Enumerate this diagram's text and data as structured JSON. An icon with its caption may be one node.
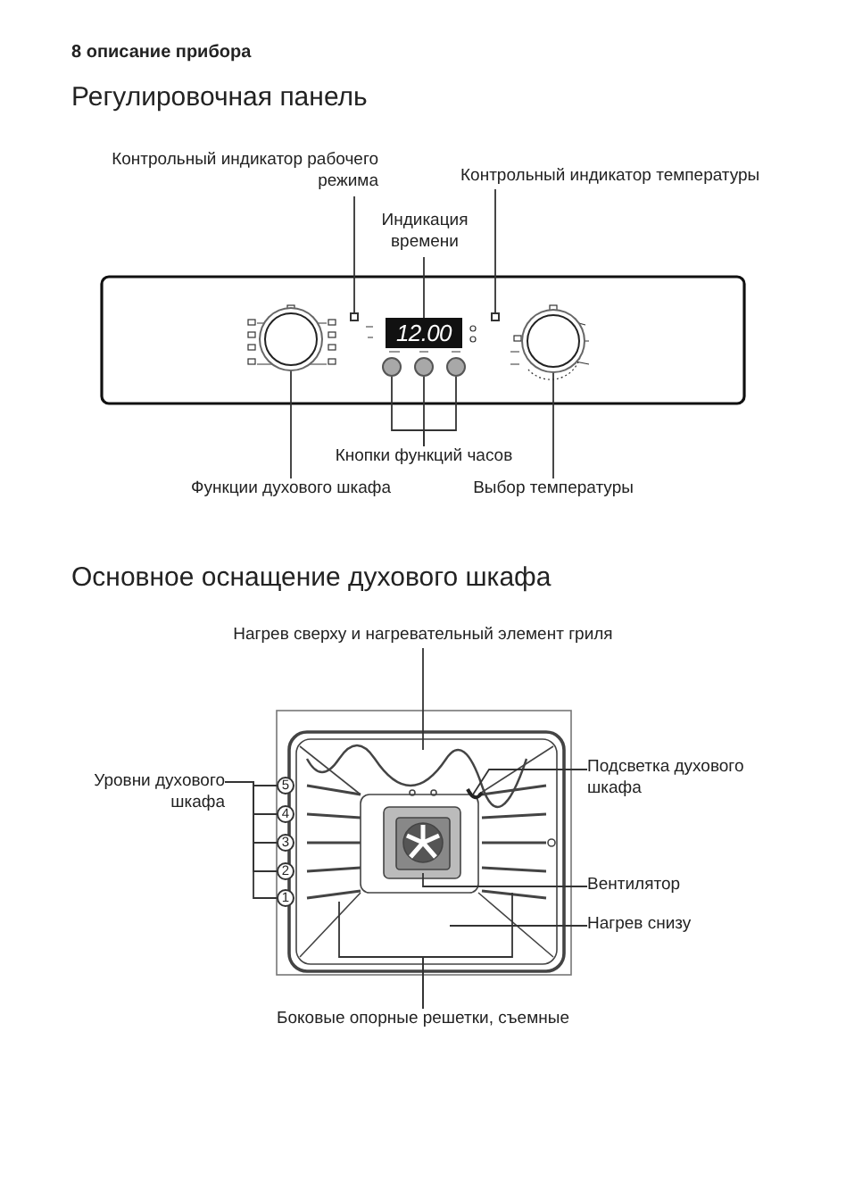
{
  "diagram": {
    "nodes": [
      {
        "text": [
          "Контрольный индикатор рабочего режима"
        ]
      },
      {
        "text": [
          "Контрольный индикатор температуры"
        ]
      },
      {
        "text": [
          "Индикация времени"
        ]
      },
      {
        "text": [],
        "shape": "box"
      },
      {
        "text": [],
        "shape": "box"
      },
      {
        "text": [
          "12.00"
        ]
      },
      {
        "text": [],
        "shape": "circle"
      },
      {
        "text": [],
        "shape": "circle"
      },
      {
        "text": [],
        "shape": "circle"
      },
      {
        "text": [
          "Кнопки функций часов"
        ]
      },
      {
        "text": [],
        "shape": "circle"
      },
      {
        "text": [
          "Функции духового шкафа"
        ]
      },
      {
        "text": [],
        "shape": "circle"
      },
      {
        "text": [
          "Выбор температуры"
        ]
      },
      {
        "text": [
          "Нагрев сверху и нагревательный элемент гриля"
        ]
      },
      {
        "text": [
          "Уровни духового шкафа"
        ]
      },
      {
        "text": [
          "5"
        ]
      },
      {
        "text": [
          "4"
        ]
      },
      {
        "text": [
          "3"
        ]
      },
      {
        "text": [
          "2"
        ]
      },
      {
        "text": [
          "1"
        ]
      },
      {
        "text": [
          "Подсветка духового шкафа"
        ]
      },
      {
        "text": [
          "Вентилятор"
        ]
      },
      {
        "text": [
          "Нагрев снизу"
        ]
      },
      {
        "text": [
          "Боковые опорные решетки, съемные"
        ]
      }
    ],
    "edges": [
      {
        "from": 0,
        "to": 3,
        "arrow": "none"
      },
      {
        "from": 1,
        "to": 4,
        "arrow": "none"
      },
      {
        "from": 2,
        "to": 5,
        "arrow": "none"
      },
      {
        "from": 9,
        "to": 6,
        "arrow": "none"
      },
      {
        "from": 9,
        "to": 7,
        "arrow": "none"
      },
      {
        "from": 9,
        "to": 8,
        "arrow": "none"
      },
      {
        "from": 11,
        "to": 10,
        "arrow": "none"
      },
      {
        "from": 13,
        "to": 12,
        "arrow": "none"
      },
      {
        "from": 14,
        "to": null,
        "arrow": "none"
      },
      {
        "from": 15,
        "to": 16,
        "arrow": "none"
      },
      {
        "from": 15,
        "to": 17,
        "arrow": "none"
      },
      {
        "from": 15,
        "to": 18,
        "arrow": "none"
      },
      {
        "from": 15,
        "to": 19,
        "arrow": "none"
      },
      {
        "from": 15,
        "to": 20,
        "arrow": "none"
      },
      {
        "from": 21,
        "to": null,
        "arrow": "none"
      },
      {
        "from": 22,
        "to": null,
        "arrow": "none"
      },
      {
        "from": 23,
        "to": null,
        "arrow": "none"
      },
      {
        "from": 24,
        "to": null,
        "arrow": "none"
      },
      {
        "from": 24,
        "to": null,
        "arrow": "none"
      }
    ],
    "labels": [
      "8 описание прибора",
      "Регулировочная панель",
      "Основное оснащение духового шкафа"
    ]
  }
}
